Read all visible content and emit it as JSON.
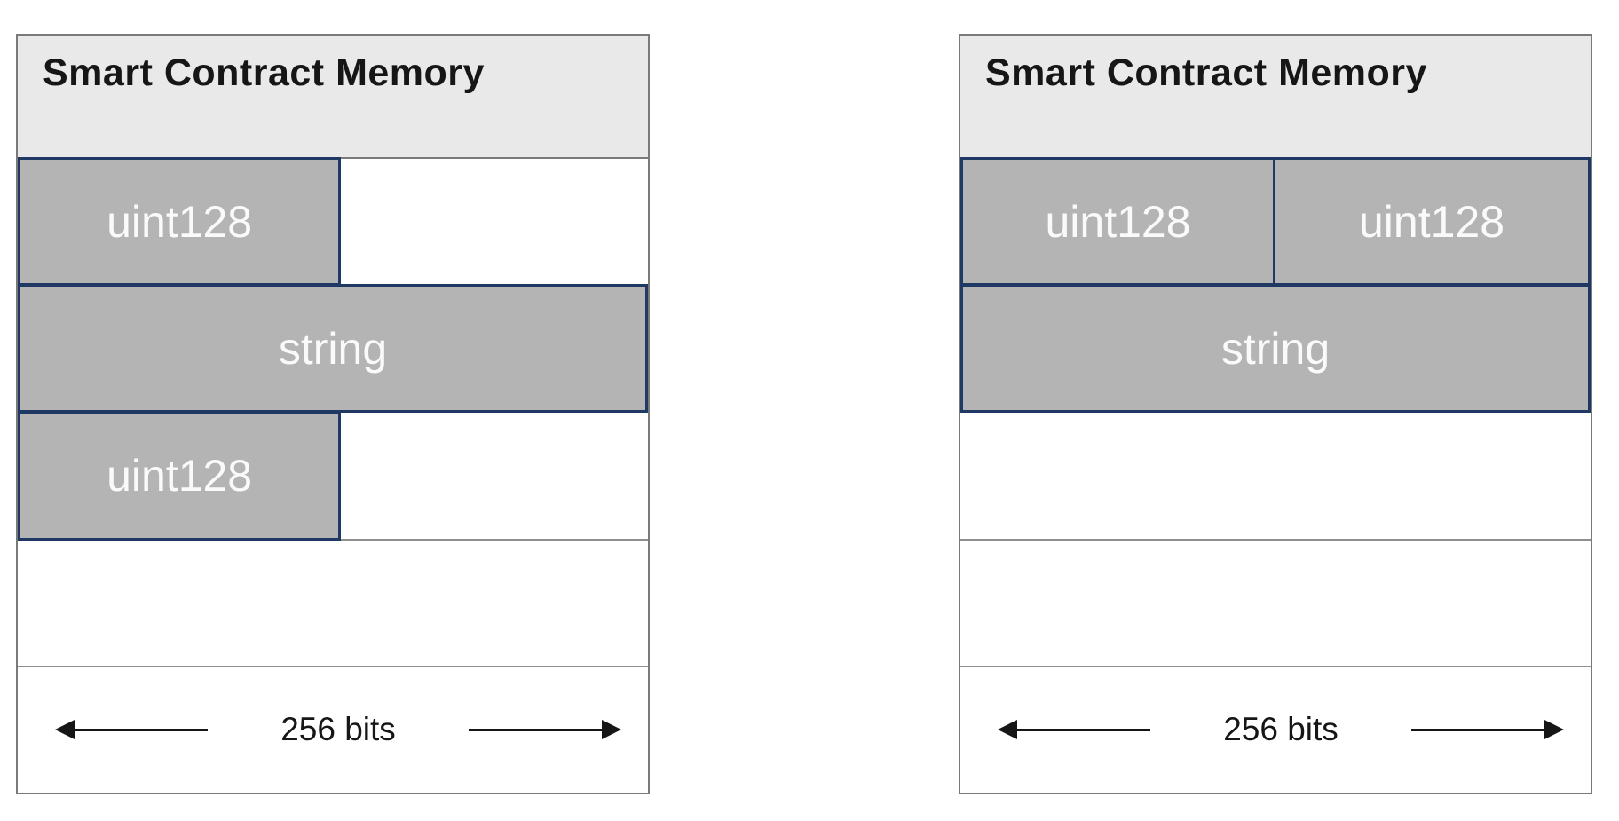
{
  "diagram": {
    "colors": {
      "header_bg": "#e9e9e9",
      "block_fill": "#b4b4b4",
      "block_border": "#1f3864",
      "block_text": "#fafafa",
      "row_border": "#8f8f8f",
      "outer_border": "#7a7a7a",
      "title_color": "#161616",
      "arrow_color": "#161616"
    },
    "panels": [
      {
        "title": "Smart Contract Memory",
        "bit_width_label": "256 bits",
        "slots": [
          {
            "blocks": [
              {
                "label": "uint128"
              }
            ]
          },
          {
            "blocks": [
              {
                "label": "string"
              }
            ]
          },
          {
            "blocks": [
              {
                "label": "uint128"
              }
            ]
          },
          {
            "blocks": []
          }
        ]
      },
      {
        "title": "Smart Contract Memory",
        "bit_width_label": "256 bits",
        "slots": [
          {
            "blocks": [
              {
                "label": "uint128"
              },
              {
                "label": "uint128"
              }
            ]
          },
          {
            "blocks": [
              {
                "label": "string"
              }
            ]
          },
          {
            "blocks": []
          },
          {
            "blocks": []
          }
        ]
      }
    ]
  }
}
